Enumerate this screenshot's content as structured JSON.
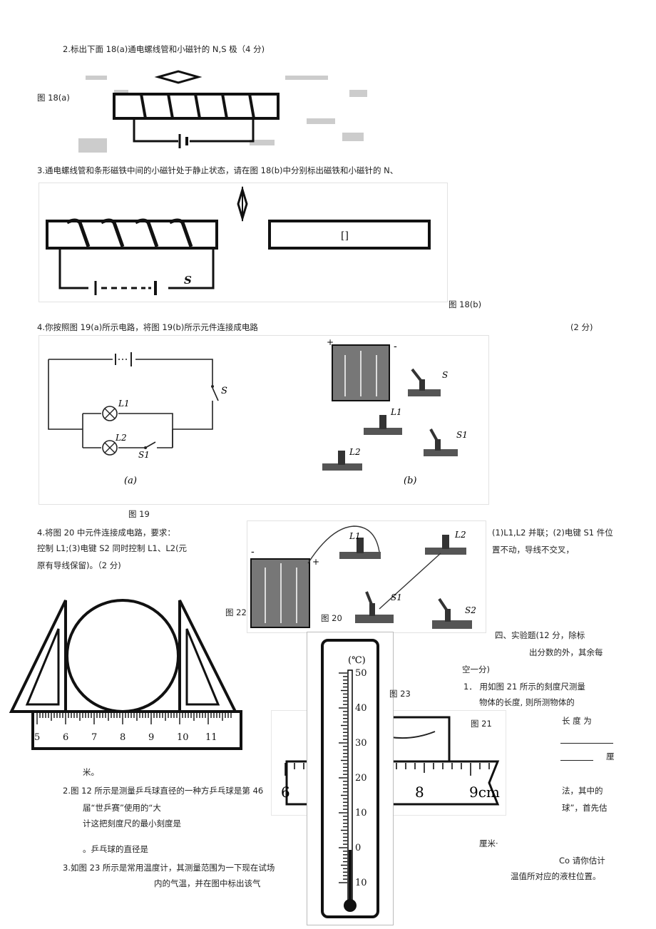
{
  "q2": {
    "text": "2.标出下面 18(a)通电螺线管和小磁针的 N,S 极（4 分)"
  },
  "fig18a": {
    "label": "图 18(a)"
  },
  "q3": {
    "text": "3.通电螺线管和条形磁铁中间的小磁针处于静止状态，请在图 18(b)中分别标出磁铁和小磁针的 N、"
  },
  "fig18b": {
    "label": "图 18(b)",
    "coil_switch": "S",
    "magnet_mark": "[]"
  },
  "q4a": {
    "text": "4.你按照图 19(a)所示电路，将图 19(b)所示元件连接成电路",
    "score": "(2 分)"
  },
  "fig19": {
    "label": "图 19",
    "sub_a": "(a)",
    "sub_b": "(b)",
    "s": "S",
    "l1": "L1",
    "l2": "L2",
    "s1": "S1",
    "plus": "+",
    "minus": "-"
  },
  "q4b": {
    "line1": "4.将图 20 中元件连接成电路，要求：",
    "line2": "控制 L1;(3)电键 S2 同时控制 L1、L2(元",
    "line3": "原有导线保留)。（2 分)",
    "right1": "(1)L1,L2 并联；(2)电键 S1 件位",
    "right2": "置不动，导线不交叉，"
  },
  "fig20": {
    "label": "图 20",
    "l1": "L1",
    "l2": "L2",
    "s1": "S1",
    "s2": "S2",
    "plus": "+",
    "minus": "-"
  },
  "fig22": {
    "label": "图 22",
    "ticks": [
      "5",
      "6",
      "7",
      "8",
      "9",
      "10",
      "11"
    ]
  },
  "fig23": {
    "label": "图 23",
    "unit": "(℃)",
    "scale": [
      "50",
      "40",
      "30",
      "20",
      "10",
      "0",
      "10"
    ]
  },
  "fig21": {
    "label": "图 21",
    "ticks": [
      "6",
      "8",
      "9cm"
    ]
  },
  "section4": {
    "line1": "四、实验题(12 分，除标",
    "line2": "出分数的外，其余每",
    "line3": "空一分)"
  },
  "exp1": {
    "line1": "1．  用如图  21 所示的刻度尺测量",
    "line2": "物体的长度,      则所测物体的",
    "line3": "长   度   为",
    "line4": "厘",
    "mi": "米。",
    "fa": "法，其中的",
    "qiu": "球”，首先估",
    "limi": "厘米·",
    "co": "Co 请你估计",
    "wendu": "温值所对应的液柱位置。"
  },
  "exp2": {
    "line1": "2.图 12 所示是测量乒乓球直径的一种方乒乓球是第 46",
    "line2": "届“世乒赛”使用的“大",
    "line3": "计这把刻度尺的最小刻度是",
    "line4": "。乒乓球的直径是"
  },
  "exp3": {
    "line1": "3.如图 23 所示是常用温度计，其测量范围为一下现在试场",
    "line2": "内的气温，并在图中标出该气"
  }
}
